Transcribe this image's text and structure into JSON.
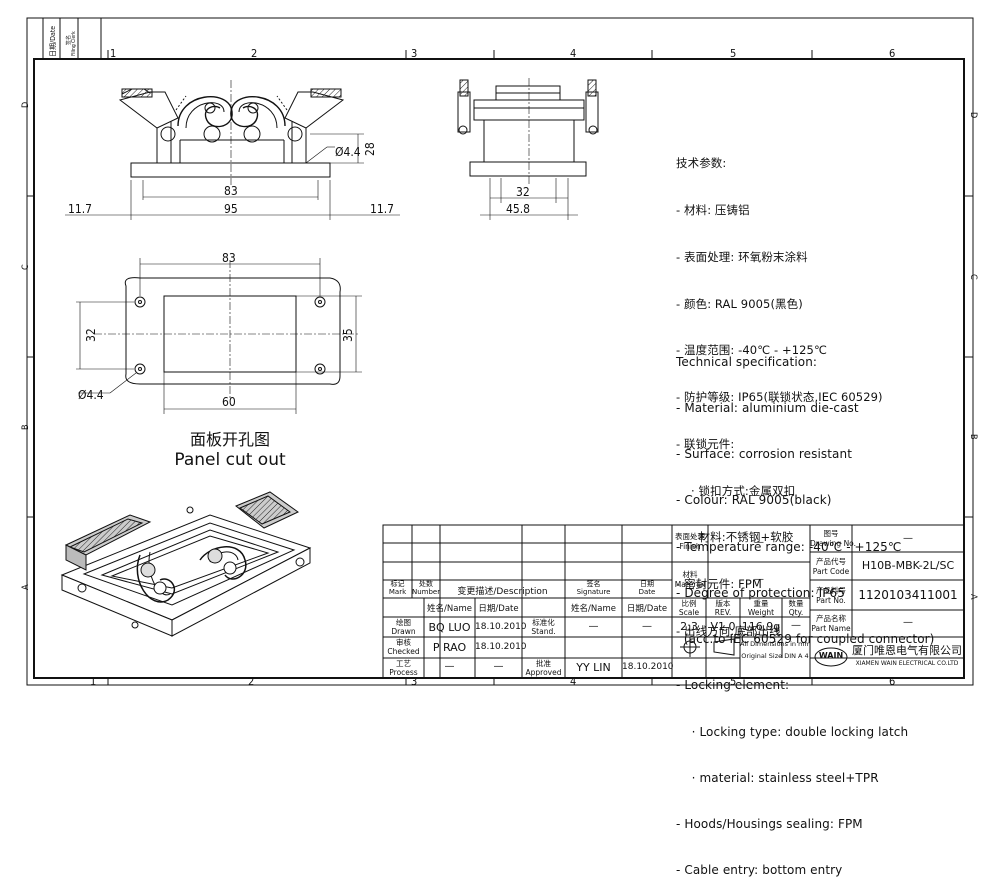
{
  "frame": {
    "col_labels_top": [
      "1",
      "2",
      "3",
      "4",
      "5",
      "6"
    ],
    "col_labels_bottom": [
      "1",
      "2",
      "3",
      "4",
      "5",
      "6"
    ],
    "row_labels_right": [
      "D",
      "C",
      "B",
      "A"
    ],
    "row_labels_left": [
      "D",
      "C",
      "B",
      "A"
    ],
    "corner_stamp": [
      "日期/Date",
      "签名",
      "Filing Clerk"
    ]
  },
  "dims": {
    "front_dia": "Ø4.4",
    "front_h": "28",
    "front_83": "83",
    "front_95": "95",
    "front_left": "11.7",
    "front_right": "11.7",
    "side_32": "32",
    "side_458": "45.8",
    "cut_83": "83",
    "cut_32": "32",
    "cut_35": "35",
    "cut_60": "60",
    "cut_dia": "Ø4.4"
  },
  "panel_caption": {
    "cn": "面板开孔图",
    "en": "Panel cut out"
  },
  "spec_cn": [
    "技术参数:",
    "- 材料: 压铸铝",
    "- 表面处理: 环氧粉末涂料",
    "- 颜色: RAL 9005(黑色)",
    "- 温度范围: -40℃ - +125℃",
    "- 防护等级: IP65(联锁状态,IEC 60529)",
    "- 联锁元件:",
    "    · 锁扣方式:金属双扣",
    "    · 材料:不锈钢+软胶",
    "- 密封元件: FPM",
    "- 出线方向:底部出线"
  ],
  "spec_en": [
    "Technical specification:",
    "- Material: aluminium die-cast",
    "- Surface: corrosion resistant",
    "- Colour: RAL 9005(black)",
    "- Temperature range: -40℃ - +125℃",
    "- Degree of protection: IP65",
    "  (acc.to IEC 60529 for coupled connector)",
    "- Locking element:",
    "    · Locking type: double locking latch",
    "    · material: stainless steel+TPR",
    "- Hoods/Housings sealing: FPM",
    "- Cable entry: bottom entry"
  ],
  "title_block": {
    "mark": "标记\nMark",
    "number": "处数\nNumber",
    "description": "变更描述/Description",
    "signature": "签名\nSignature",
    "date": "日期\nDate",
    "name_h": "姓名/Name",
    "date_h": "日期/Date",
    "stand_h": "标准化\nStand.",
    "name_h2": "姓名/Name",
    "date_h2": "日期/Date",
    "drawn": "绘图\nDrawn",
    "drawn_name": "BQ LUO",
    "drawn_date": "18.10.2010",
    "checked": "审核\nChecked",
    "checked_name": "P RAO",
    "checked_date": "18.10.2010",
    "process": "工艺\nProcess",
    "process_name": "—",
    "process_date": "—",
    "approved": "批准\nApproved",
    "approved_name": "YY LIN",
    "approved_date": "18.10.2010",
    "stand_name": "—",
    "stand_date": "—",
    "finish_label": "表面处理\nFinish",
    "finish_value": "—",
    "material_label": "材料\nMaterial",
    "material_value": "—",
    "scale_label": "比例\nScale",
    "rev_label": "版本\nREV.",
    "weight_label": "重量\nWeight",
    "qty_label": "数量\nQty.",
    "scale_value": "2:3",
    "rev_value": "V1.0",
    "weight_value": "116.9g",
    "qty_value": "—",
    "dims_note": "All Dimensions in mm",
    "size_note": "Original Size DIN A 4",
    "drawing_no_label": "图号\nDrawing No.",
    "drawing_no_value": "—",
    "part_code_label": "产品代号\nPart Code",
    "part_code_value": "H10B-MBK-2L/SC",
    "part_no_label": "产品料号\nPart No.",
    "part_no_value": "1120103411001",
    "part_name_label": "产品名称\nPart Name",
    "part_name_value": "—",
    "company_cn": "厦门唯恩电气有限公司",
    "company_en": "XIAMEN WAIN ELECTRICAL CO.LTD",
    "logo_text": "WAIN"
  }
}
